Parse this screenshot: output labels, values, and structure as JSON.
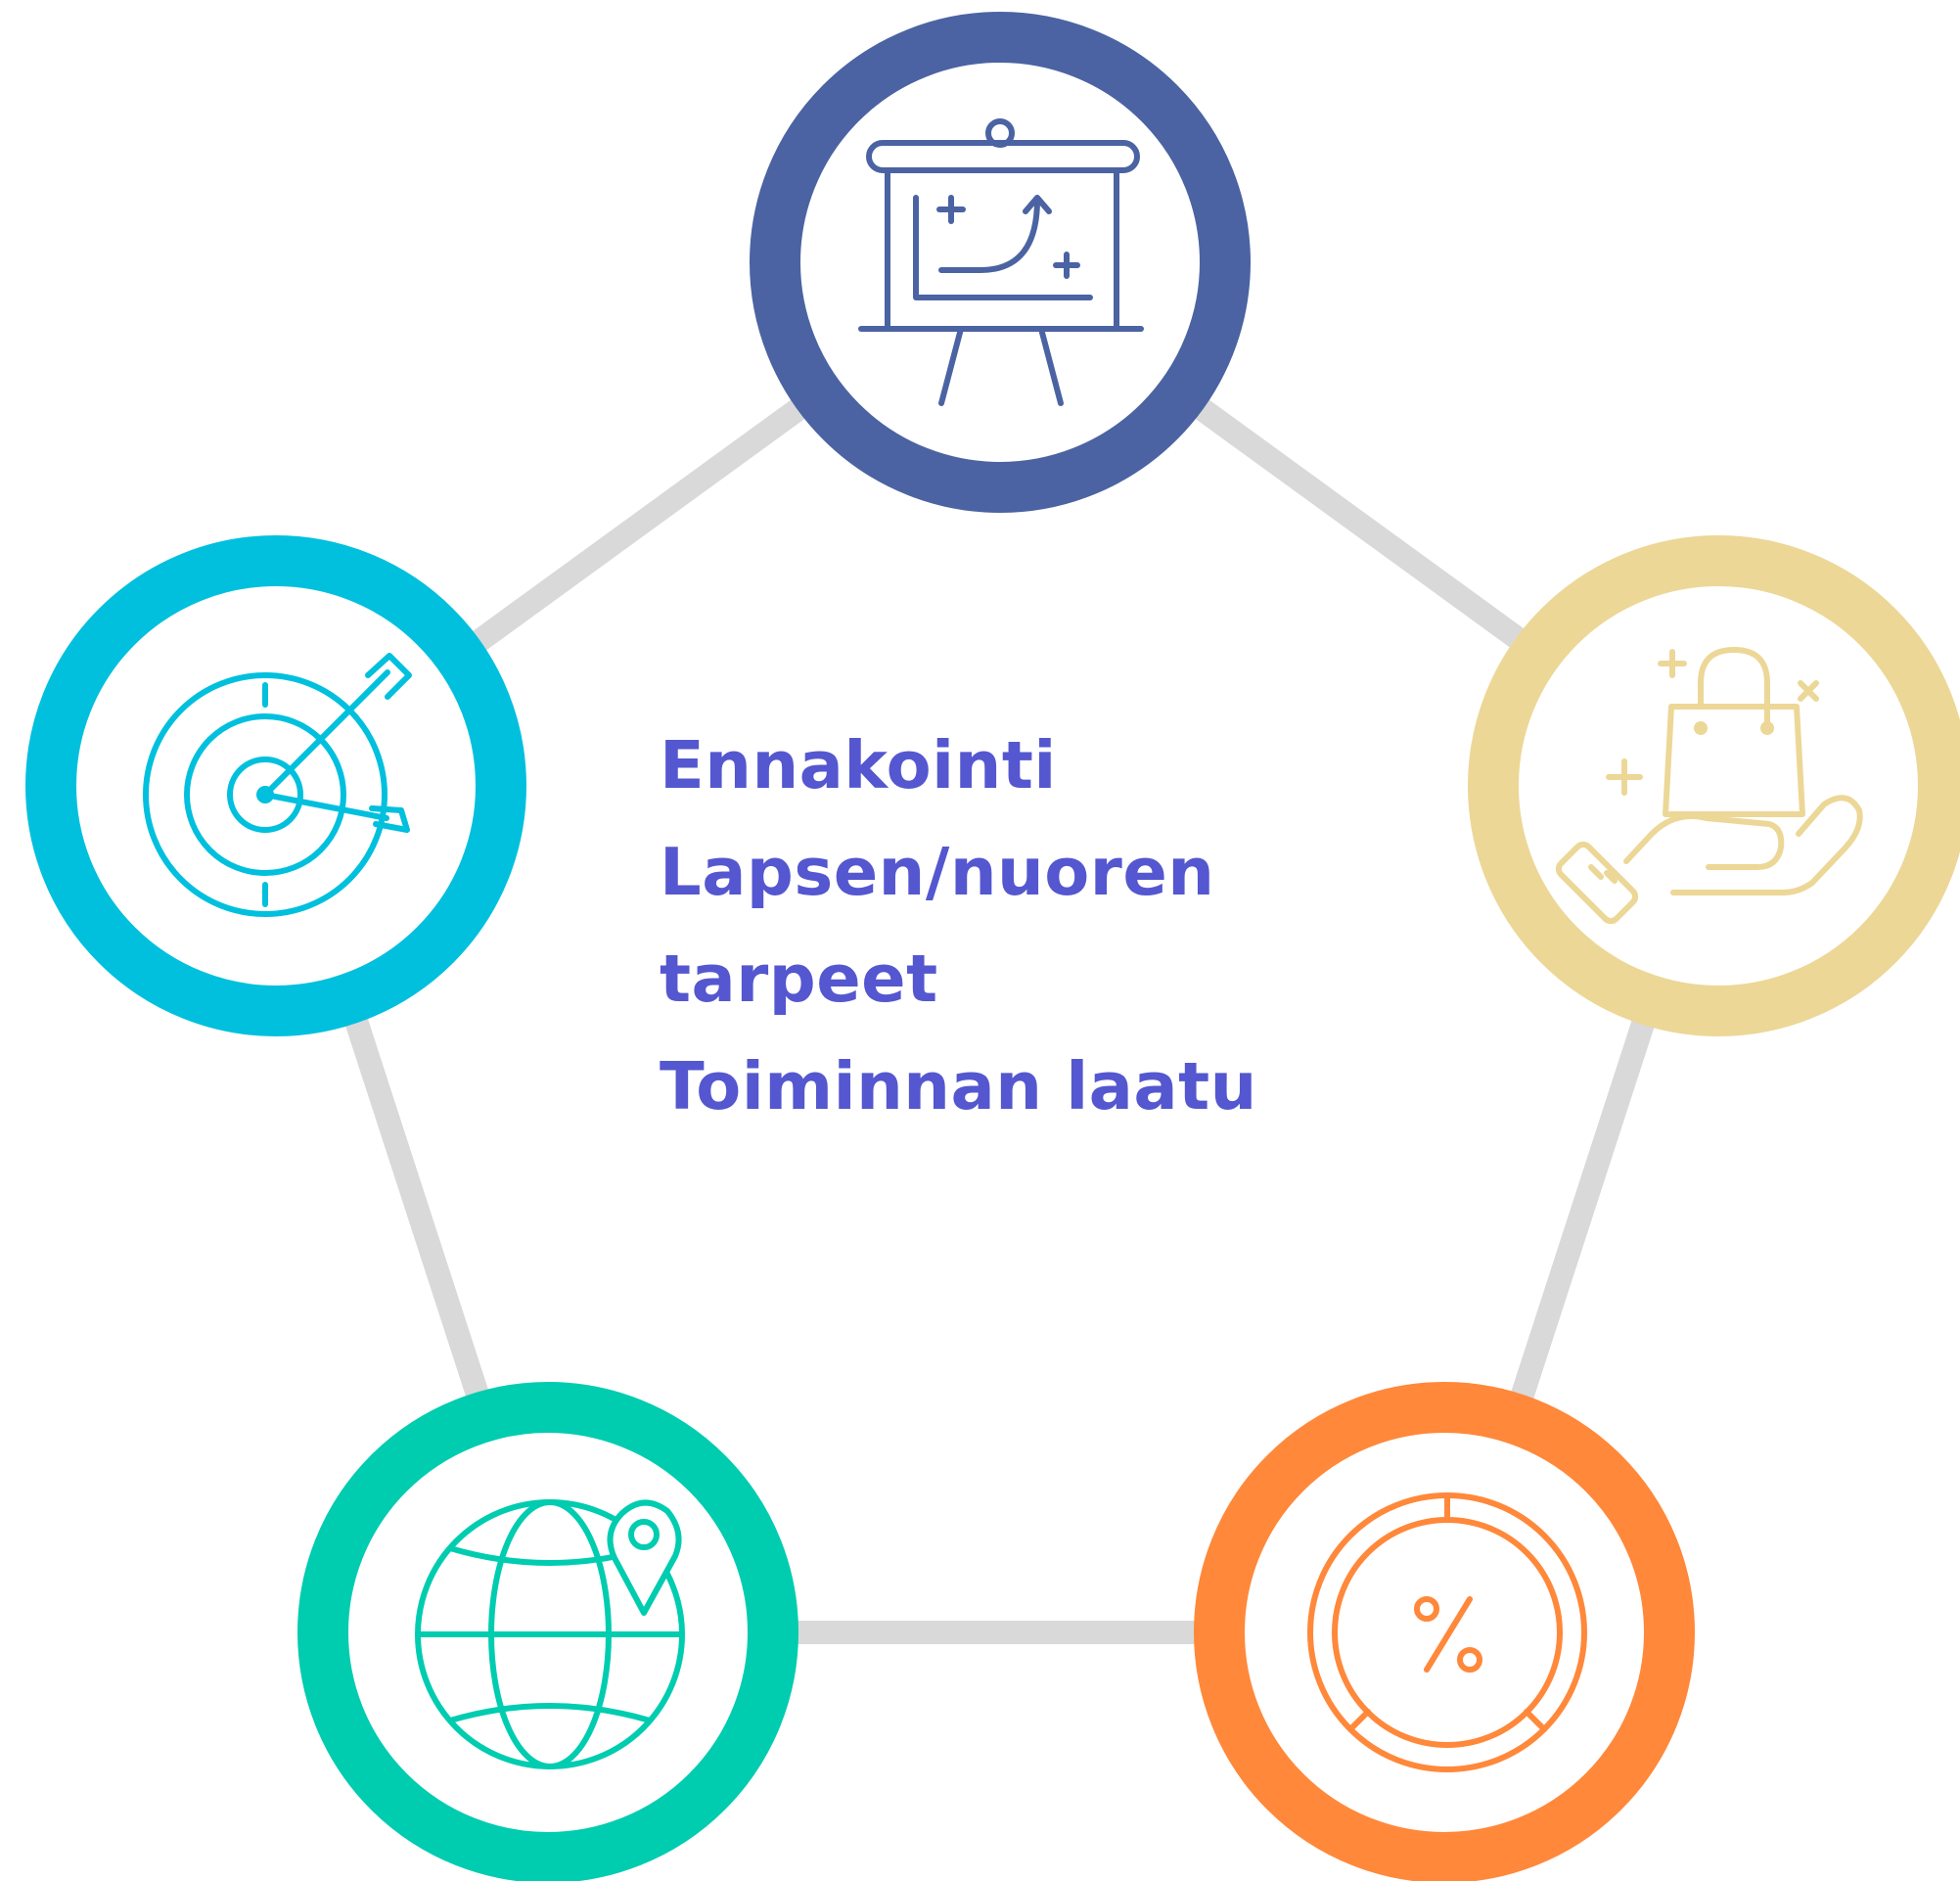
{
  "center_text": {
    "lines": [
      "Ennakointi",
      "Lapsen/nuoren",
      "tarpeet",
      "Toiminnan laatu"
    ]
  },
  "colors": {
    "pentagon_stroke": "#d9d9d9",
    "text": "#5457cf",
    "top_node": "#4b63a2",
    "left_node": "#00c0de",
    "right_node": "#ecd797",
    "bottom_left_node": "#00ccb0",
    "bottom_right_node": "#ff883a"
  },
  "nodes": [
    {
      "id": "top",
      "icon": "presentation-board-growth-icon",
      "color": "#4b63a2"
    },
    {
      "id": "left",
      "icon": "target-arrows-icon",
      "color": "#00c0de"
    },
    {
      "id": "right",
      "icon": "hand-shopping-bag-icon",
      "color": "#ecd797"
    },
    {
      "id": "bottom-left",
      "icon": "globe-location-pin-icon",
      "color": "#00ccb0"
    },
    {
      "id": "bottom-right",
      "icon": "percentage-dial-icon",
      "color": "#ff883a"
    }
  ]
}
